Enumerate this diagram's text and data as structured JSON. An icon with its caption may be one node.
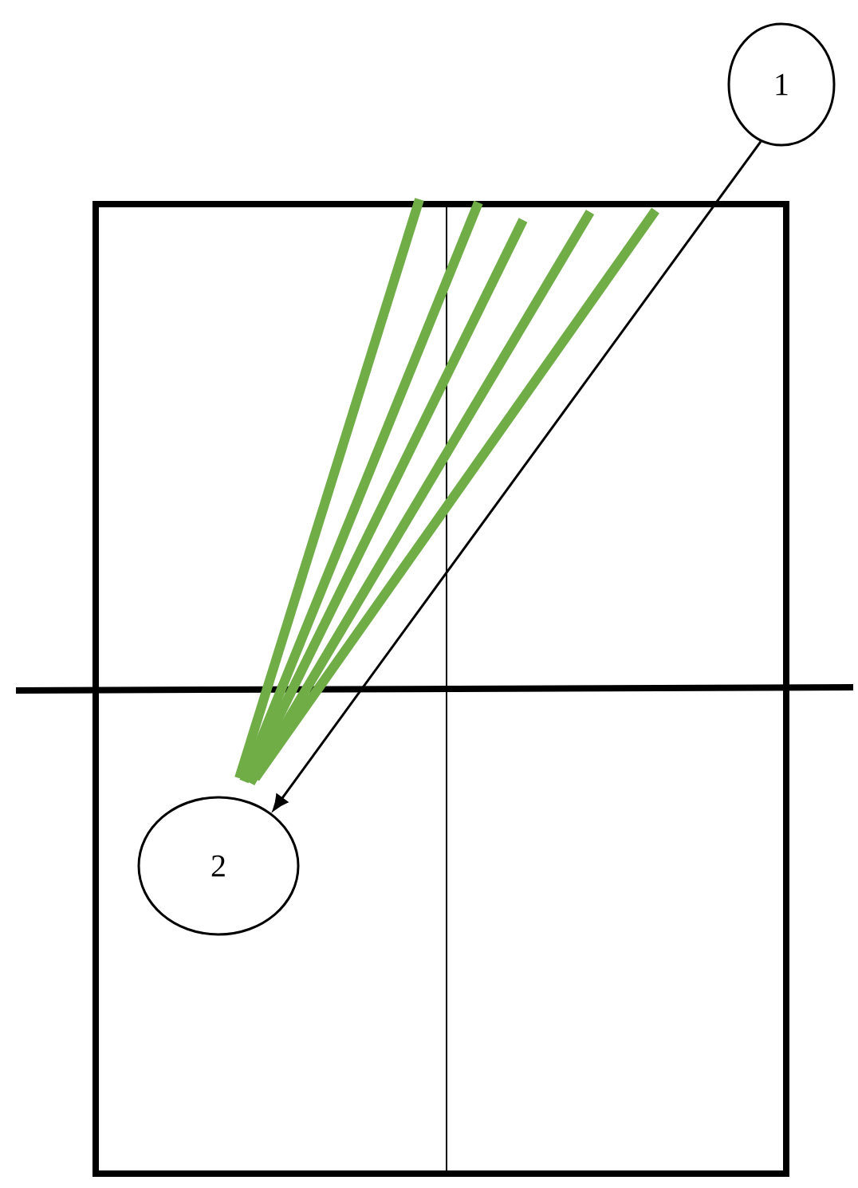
{
  "diagram": {
    "nodes": [
      {
        "text": [
          "1"
        ]
      },
      {
        "text": [
          "2"
        ]
      }
    ],
    "edges": [
      {
        "from": 0,
        "to": 1,
        "arrow": "to"
      }
    ]
  }
}
